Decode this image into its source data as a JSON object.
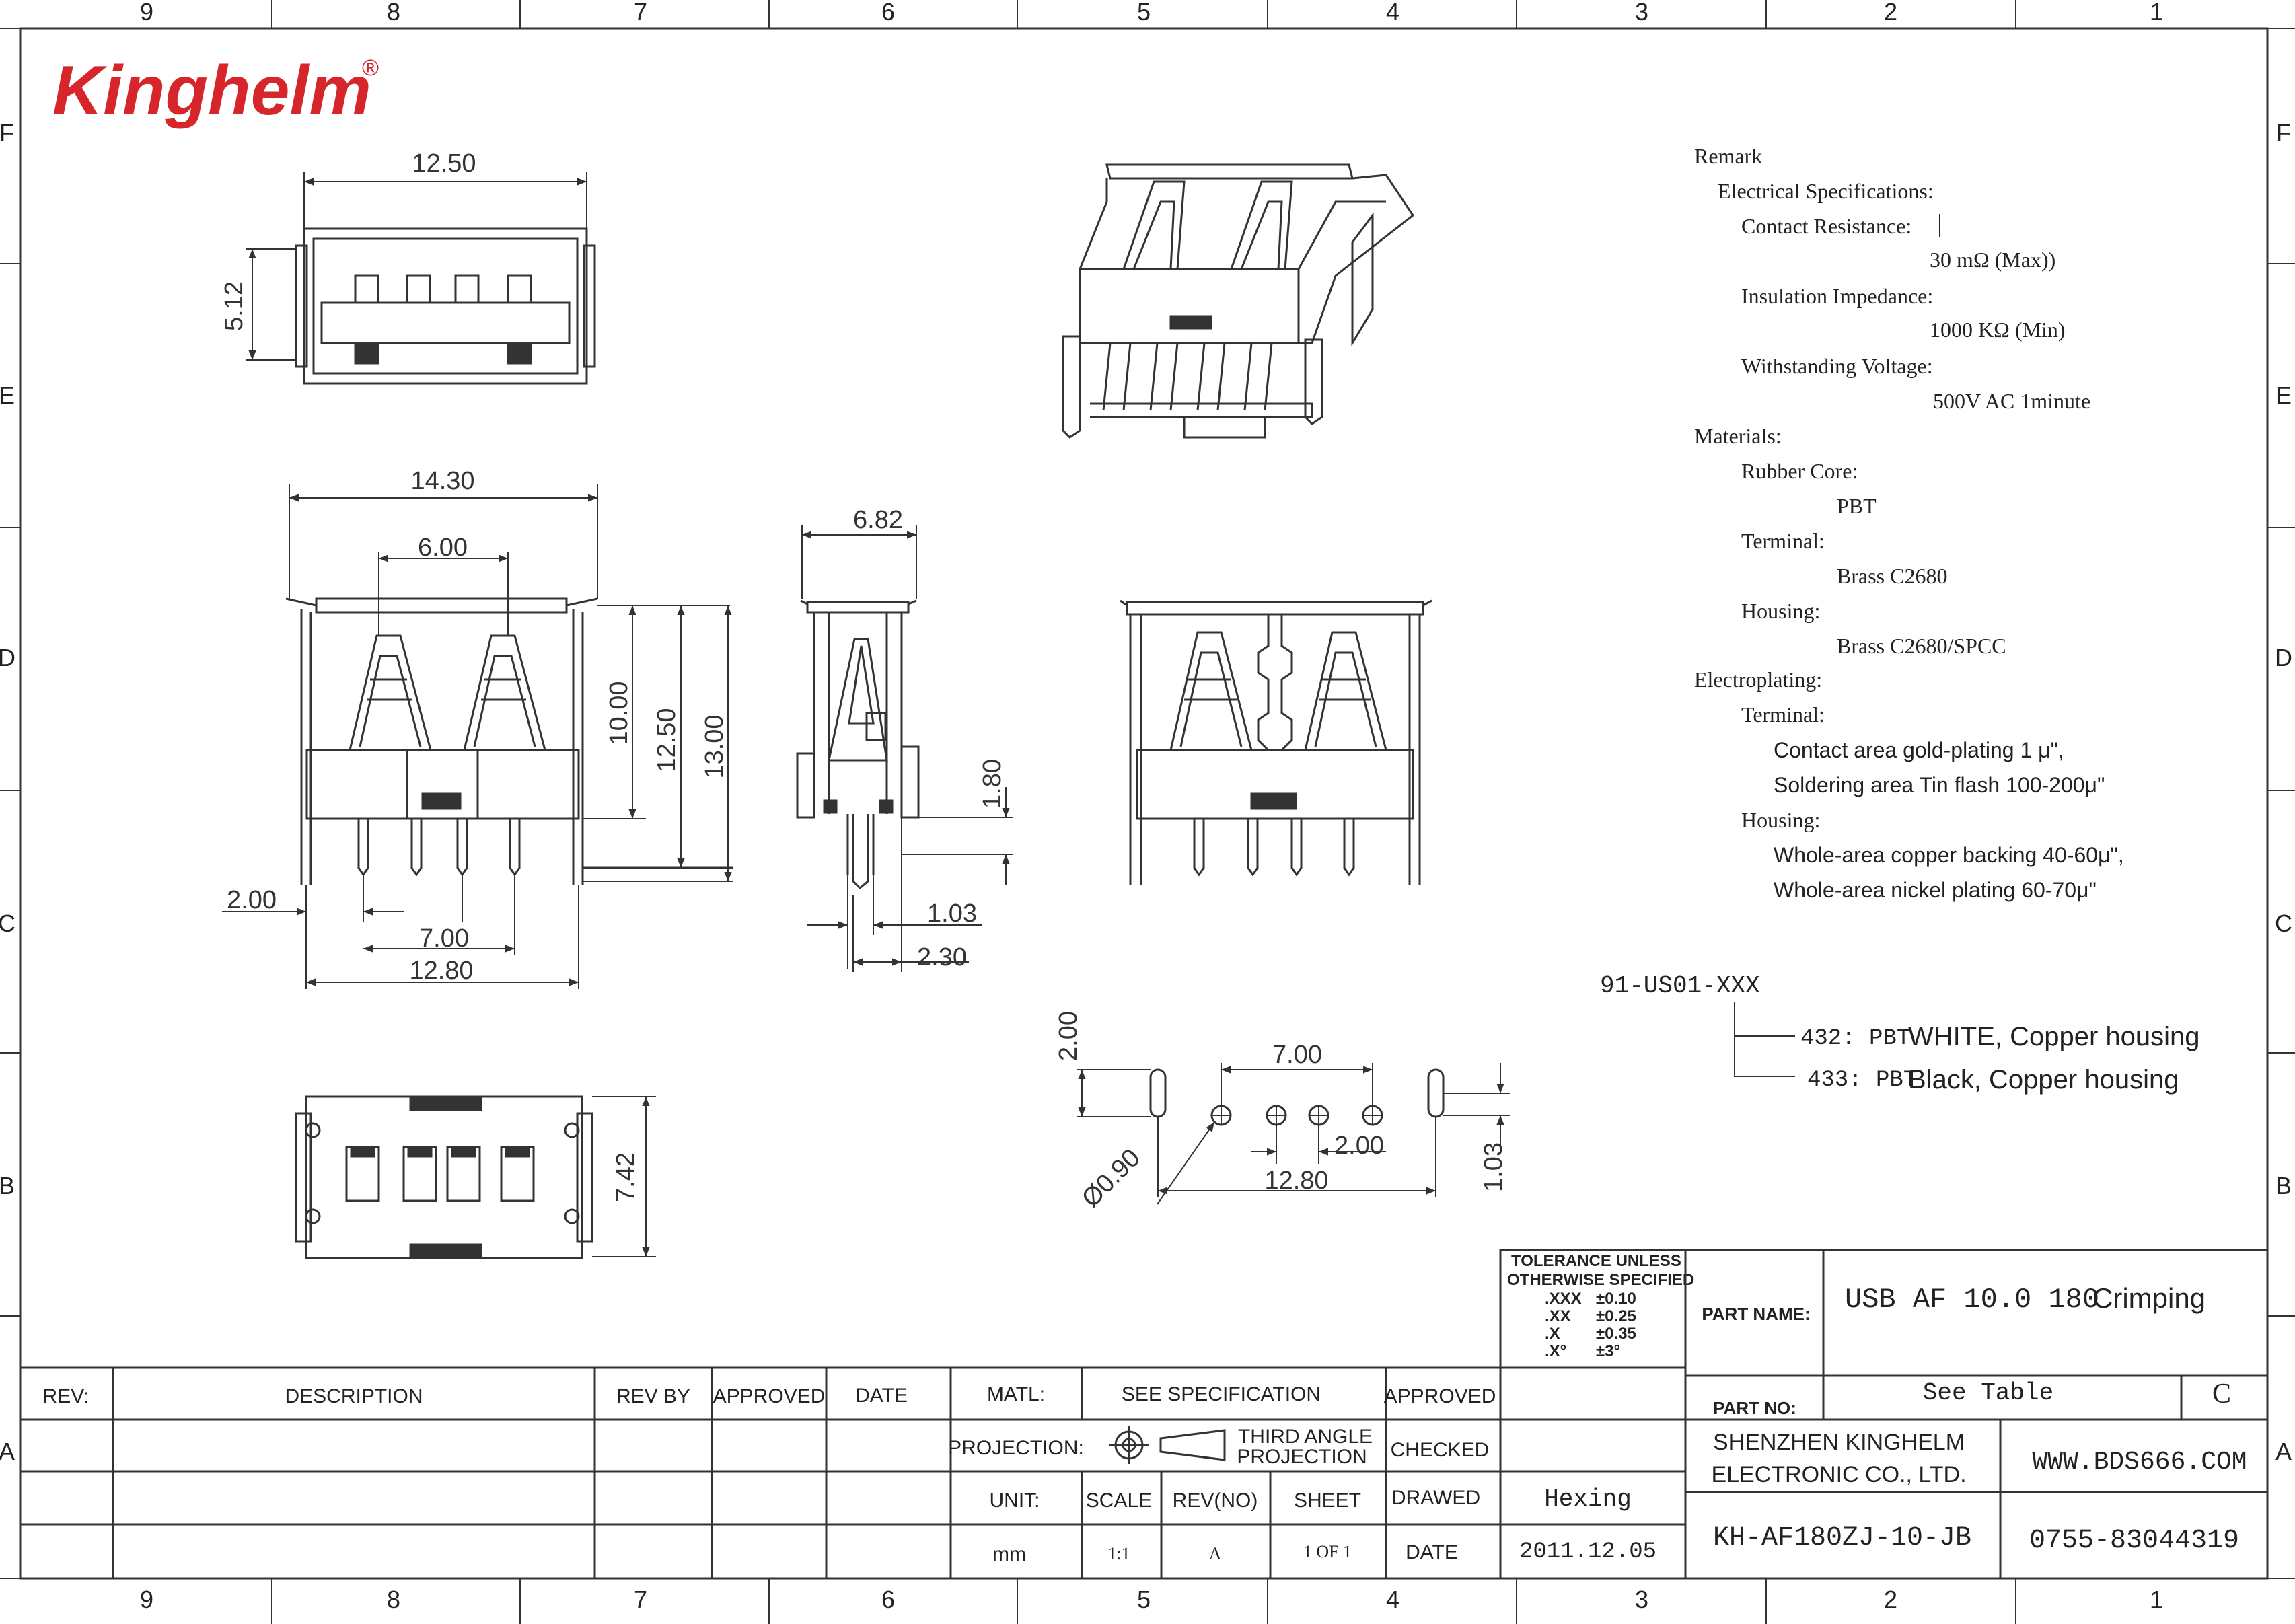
{
  "frame": {
    "col_numbers": [
      "9",
      "8",
      "7",
      "6",
      "5",
      "4",
      "3",
      "2",
      "1"
    ],
    "row_letters": [
      "F",
      "E",
      "D",
      "C",
      "B",
      "A"
    ]
  },
  "logo": {
    "text": "Kinghelm",
    "reg": "®",
    "color": "#d7262b"
  },
  "dims": {
    "top_w": "12.50",
    "top_h": "5.12",
    "front_w": "14.30",
    "front_pitch": "6.00",
    "h1": "10.00",
    "h2": "12.50",
    "h3": "13.00",
    "bot_offset": "2.00",
    "pin_span": "7.00",
    "overall": "12.80",
    "side_w": "6.82",
    "side_h": "1.80",
    "side_t": "1.03",
    "side_b": "2.30",
    "bot_h": "7.42",
    "pcb_v": "2.00",
    "pcb_7": "7.00",
    "pcb_hole": "Ø0.90",
    "pcb_2": "2.00",
    "pcb_128": "12.80",
    "pcb_103": "1.03"
  },
  "remark": {
    "title": "Remark",
    "elec": "Electrical Specifications:",
    "cr_label": "Contact Resistance:",
    "cr_value": "30 mΩ    (Max))",
    "ii_label": "Insulation Impedance:",
    "ii_value": "1000 KΩ  (Min)",
    "wv_label": "Withstanding Voltage:",
    "wv_value": "500V AC 1minute",
    "mat": "Materials:",
    "rc_label": "Rubber Core:",
    "rc_value": "PBT",
    "term_label": "Terminal:",
    "term_value": "Brass C2680",
    "hous_label": "Housing:",
    "hous_value": "Brass C2680/SPCC",
    "plating": "Electroplating:",
    "pt_label": "Terminal:",
    "pt_1": "Contact area gold-plating 1 μ\",",
    "pt_2": "Soldering area Tin flash 100-200μ\"",
    "ph_label": "Housing:",
    "ph_1": "Whole-area copper backing 40-60μ\",",
    "ph_2": "Whole-area nickel plating 60-70μ\""
  },
  "partcode": {
    "code": "91-US01-XXX",
    "o1_code": "432: PBT",
    "o1_desc": "WHITE, Copper housing",
    "o2_code": "433: PBT",
    "o2_desc": "Black, Copper housing"
  },
  "tolerance": {
    "title1": "TOLERANCE  UNLESS",
    "title2": "OTHERWISE  SPECIFIED",
    "rows": [
      {
        "k": ".XXX",
        "v": "±0.10"
      },
      {
        "k": ".XX",
        "v": "±0.25"
      },
      {
        "k": ".X",
        "v": "±0.35"
      },
      {
        "k": ".X°",
        "v": "±3°"
      }
    ]
  },
  "titleblock": {
    "part_name_label": "PART NAME:",
    "part_name_value_a": "USB AF 10.0 180",
    "part_name_value_b": "Crimping",
    "part_no_label": "PART NO:",
    "part_no_value": "See Table",
    "rev_letter": "C",
    "company1": "SHENZHEN KINGHELM",
    "company2": "ELECTRONIC CO., LTD.",
    "website": "WWW.BDS666.COM",
    "drawing_no": "KH-AF180ZJ-10-JB",
    "phone": "0755-83044319",
    "rev": "REV:",
    "description": "DESCRIPTION",
    "rev_by": "REV  BY",
    "approved": "APPROVED",
    "date": "DATE",
    "matl": "MATL:",
    "matl_value": "SEE  SPECIFICATION",
    "approved2": "APPROVED",
    "projection": "PROJECTION:",
    "proj1": "THIRD  ANGLE",
    "proj2": "PROJECTION",
    "checked": "CHECKED",
    "unit": "UNIT:",
    "scale": "SCALE",
    "revno": "REV(NO)",
    "sheet": "SHEET",
    "drawed": "DRAWED",
    "drawer": "Hexing",
    "unit_value": "mm",
    "scale_value": "1:1",
    "rev_value": "A",
    "sheet_value": "1 OF 1",
    "date2": "DATE",
    "date_value": "2011.12.05"
  }
}
